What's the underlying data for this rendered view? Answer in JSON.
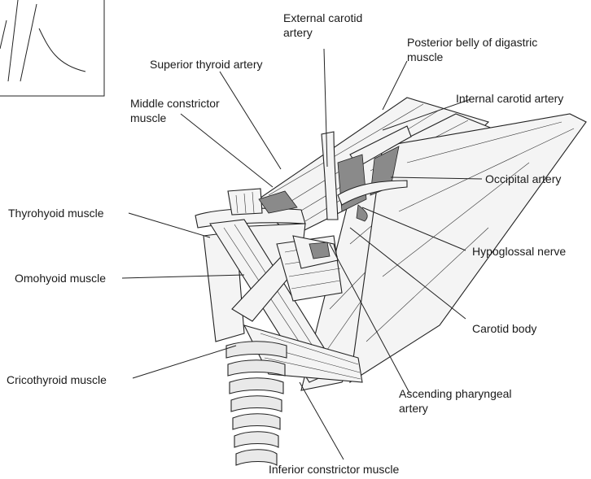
{
  "labels": {
    "external_carotid": "External carotid\nartery",
    "posterior_digastric": "Posterior belly of digastric\nmuscle",
    "superior_thyroid": "Superior thyroid artery",
    "middle_constrictor": "Middle constrictor\nmuscle",
    "internal_carotid": "Internal carotid artery",
    "occipital": "Occipital artery",
    "thyrohyoid": "Thyrohyoid muscle",
    "hypoglossal": "Hypoglossal nerve",
    "omohyoid": "Omohyoid muscle",
    "carotid_body": "Carotid body",
    "cricothyroid": "Cricothyroid muscle",
    "ascending_pharyngeal": "Ascending pharyngeal\nartery",
    "inferior_constrictor": "Inferior constrictor muscle"
  },
  "colors": {
    "line": "#222222",
    "shade": "#8a8a8a",
    "background": "#ffffff"
  }
}
